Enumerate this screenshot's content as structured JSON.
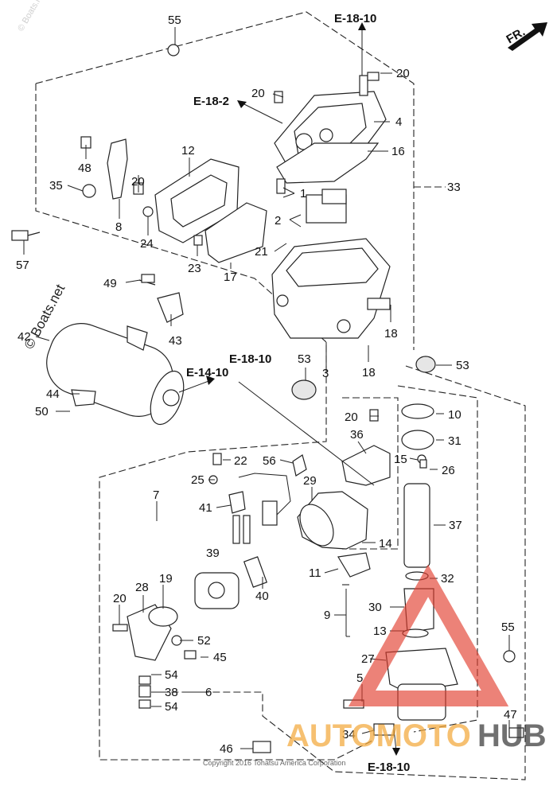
{
  "labels": {
    "n55a": "55",
    "n20a": "20",
    "n20b": "20",
    "n4": "4",
    "n16": "16",
    "n33": "33",
    "n1": "1",
    "n2": "2",
    "n12": "12",
    "n48": "48",
    "n20c": "20",
    "n35": "35",
    "n8": "8",
    "n24": "24",
    "n57": "57",
    "n23": "23",
    "n17": "17",
    "n21": "21",
    "n49": "49",
    "n42": "42",
    "n43": "43",
    "n18a": "18",
    "n18b": "18",
    "n53a": "53",
    "n53b": "53",
    "n3": "3",
    "n44": "44",
    "n50": "50",
    "n20d": "20",
    "n10": "10",
    "n36": "36",
    "n31": "31",
    "n22": "22",
    "n56": "56",
    "n15": "15",
    "n26": "26",
    "n7": "7",
    "n25": "25",
    "n29": "29",
    "n41": "41",
    "n37": "37",
    "n14": "14",
    "n39": "39",
    "n11": "11",
    "n32": "32",
    "n40": "40",
    "n28": "28",
    "n19": "19",
    "n20e": "20",
    "n9": "9",
    "n30": "30",
    "n52": "52",
    "n13": "13",
    "n45": "45",
    "n55b": "55",
    "n54a": "54",
    "n38": "38",
    "n6": "6",
    "n54b": "54",
    "n27": "27",
    "n5": "5",
    "n47": "47",
    "n34": "34",
    "n46": "46"
  },
  "refs": {
    "e18_10_top": "E-18-10",
    "e18_2": "E-18-2",
    "e18_10_mid": "E-18-10",
    "e14_10": "E-14-10",
    "e18_10_bottom": "E-18-10"
  },
  "direction": {
    "fr": "FR."
  },
  "watermarks": {
    "boats_net_main": "© Boats.net",
    "copyright": "Copyright 2016 Tohatsu America Corporation",
    "brand_left": "AUTOMOTO",
    "brand_right": "HUB"
  },
  "colors": {
    "brand_orange": "#f2a93b",
    "brand_red": "#e23c2c",
    "brand_dark": "#3a3a3a"
  }
}
